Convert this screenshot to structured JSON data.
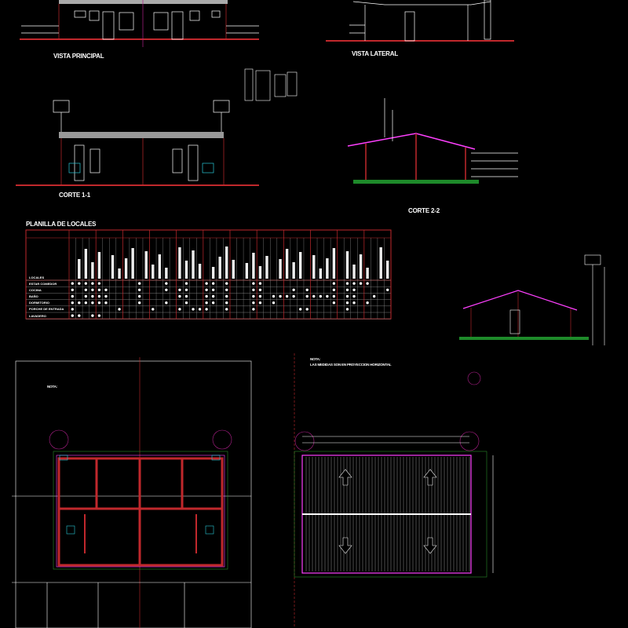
{
  "drawings": {
    "vista_principal": {
      "title": "VISTA PRINCIPAL"
    },
    "vista_lateral": {
      "title": "VISTA LATERAL"
    },
    "corte_1_1": {
      "title": "CORTE 1-1"
    },
    "corte_2_2": {
      "title": "CORTE 2-2"
    }
  },
  "planilla": {
    "title": "PLANILLA DE LOCALES",
    "header_label": "LOCALES",
    "rows": [
      {
        "label": "ESTAR COMEDOR",
        "marks": [
          0,
          1,
          2,
          3,
          4,
          10,
          14,
          17,
          20,
          21,
          23,
          27,
          28,
          39,
          41,
          42,
          43,
          44
        ]
      },
      {
        "label": "COCINA",
        "marks": [
          0,
          2,
          3,
          4,
          5,
          10,
          14,
          16,
          17,
          20,
          21,
          23,
          27,
          28,
          33,
          35,
          39,
          41,
          42,
          47
        ]
      },
      {
        "label": "BAÑO",
        "marks": [
          0,
          2,
          3,
          4,
          5,
          10,
          16,
          17,
          20,
          21,
          23,
          27,
          28,
          30,
          31,
          32,
          33,
          35,
          36,
          37,
          38,
          39,
          41,
          42,
          45
        ]
      },
      {
        "label": "DORMITORIO",
        "marks": [
          0,
          1,
          2,
          3,
          4,
          5,
          10,
          14,
          17,
          20,
          21,
          23,
          27,
          28,
          30,
          39,
          41,
          42,
          44
        ]
      },
      {
        "label": "PORCHE DE ENTRADA",
        "marks": [
          0,
          7,
          12,
          16,
          18,
          19,
          20,
          23,
          27,
          34,
          35,
          41
        ]
      },
      {
        "label": "LAVADERO",
        "marks": [
          0,
          1,
          3,
          4
        ]
      }
    ],
    "grid_color": "#c0282c"
  },
  "notes": {
    "plan_note_label": "NOTA:",
    "roof_note_label": "NOTA:",
    "roof_note_text": "LAS MEDIDAS SON EN PROYECCION HORIZONTAL"
  },
  "colors": {
    "background": "#000000",
    "wall": "#c0282c",
    "axis": "#b0208c",
    "ground": "#1e8a2a",
    "roof": "#ff40ff",
    "line": "#ffffff"
  }
}
